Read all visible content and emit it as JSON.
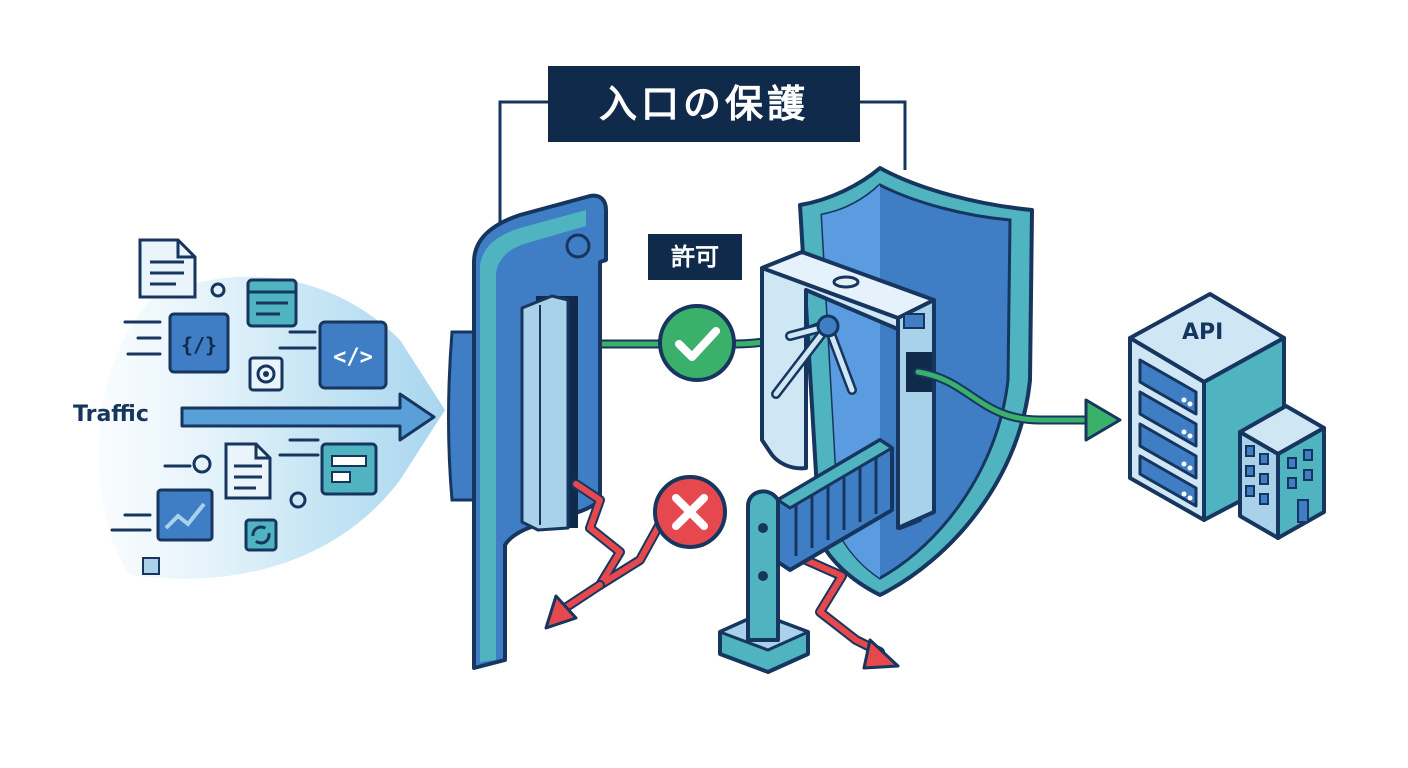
{
  "diagram": {
    "title": "入口の保護",
    "allow_label": "許可",
    "traffic_label": "Traffic",
    "api_label": "API"
  },
  "icons": {
    "allowed": "check-circle-icon",
    "denied": "x-circle-icon",
    "shield": "shield-icon",
    "turnstile": "turnstile-gate-icon",
    "barrier": "barrier-gate-icon",
    "api_building": "server-building-icon",
    "traffic_items": [
      "document-icon",
      "code-icon",
      "gear-icon",
      "browser-icon",
      "chart-icon",
      "refresh-icon"
    ]
  },
  "colors": {
    "dark_navy": "#0f2a4a",
    "outline": "#17365f",
    "blue": "#3f7ec4",
    "light_blue": "#a9d2ea",
    "teal": "#4fb3c0",
    "allow_green": "#3bb06a",
    "deny_red": "#e5484d"
  }
}
